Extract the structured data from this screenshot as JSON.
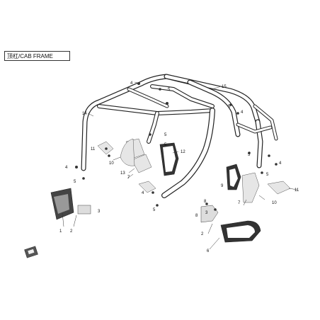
{
  "diagram": {
    "title": "顶杠/CAB FRAME",
    "callouts": {
      "c1": "1",
      "c2a": "2",
      "c2b": "2",
      "c3a": "3",
      "c3b": "3",
      "c4a": "4",
      "c4b": "4",
      "c4c": "4",
      "c4d": "4",
      "c4e": "4",
      "c5a": "5",
      "c5b": "5",
      "c5c": "5",
      "c5d": "5",
      "c5e": "5",
      "c5f": "5",
      "c5g": "5",
      "c5h": "5",
      "c6": "6",
      "c7a": "7",
      "c7b": "7",
      "c8a": "8",
      "c8b": "8",
      "c9": "9",
      "c10a": "10",
      "c10b": "10",
      "c11a": "11",
      "c11b": "11",
      "c12": "12",
      "c13": "13",
      "c14": "14",
      "c15": "15"
    }
  },
  "colors": {
    "line": "#222222",
    "frame_fill": "#ffffff",
    "part_fill": "#dddddd",
    "dark": "#333333"
  }
}
